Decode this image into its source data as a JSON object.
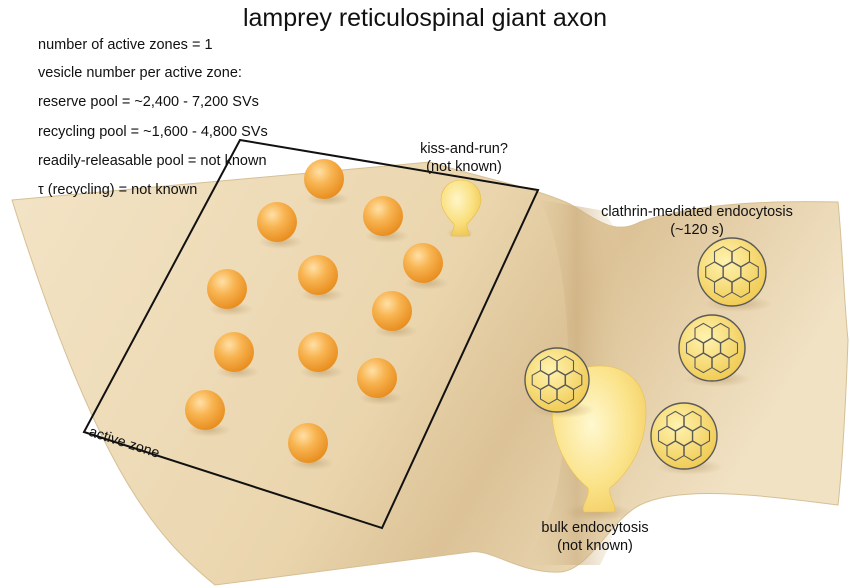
{
  "title": "lamprey reticulospinal giant axon",
  "info_lines": [
    "number of active zones = 1",
    "vesicle number per active zone:",
    "reserve pool = ~2,400 - 7,200 SVs",
    "recycling pool = ~1,600 - 4,800 SVs",
    "readily-releasable pool = not known",
    "τ (recycling) = not known"
  ],
  "labels": {
    "kiss_and_run": [
      "kiss-and-run?",
      "(not known)"
    ],
    "clathrin": [
      "clathrin-mediated endocytosis",
      "(~120 s)"
    ],
    "bulk": [
      "bulk endocytosis",
      "(not known)"
    ],
    "active_zone": "active zone"
  },
  "colors": {
    "membrane": "#ecd9b5",
    "vesicle": "#f6a93b",
    "clathrin_fill": "#f2d467",
    "clathrin_edge": "#5a5a5a"
  }
}
